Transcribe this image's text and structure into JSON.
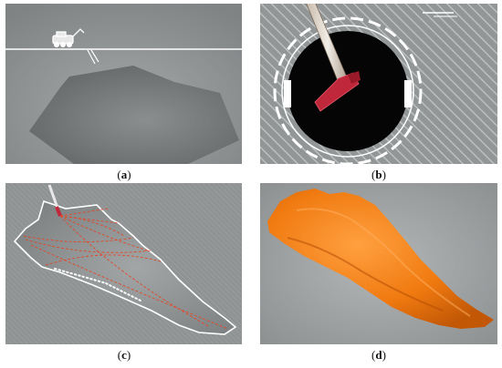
{
  "figure": {
    "panels": [
      {
        "id": "a",
        "caption": "a",
        "content": "excavation-tunnel-with-robot-and-cavity"
      },
      {
        "id": "b",
        "caption": "b",
        "content": "borehole-camera-view-with-probe"
      },
      {
        "id": "c",
        "caption": "c",
        "content": "cavity-outline-with-scan-lines"
      },
      {
        "id": "d",
        "caption": "d",
        "content": "3d-cavity-model-orange"
      }
    ],
    "colors": {
      "panel_bg": "#8f9394",
      "cavity_gray": "#6f7374",
      "outline_white": "#ffffff",
      "probe_red": "#c0273a",
      "scan_line": "#e04a2a",
      "model_orange": "#f07a10"
    }
  }
}
